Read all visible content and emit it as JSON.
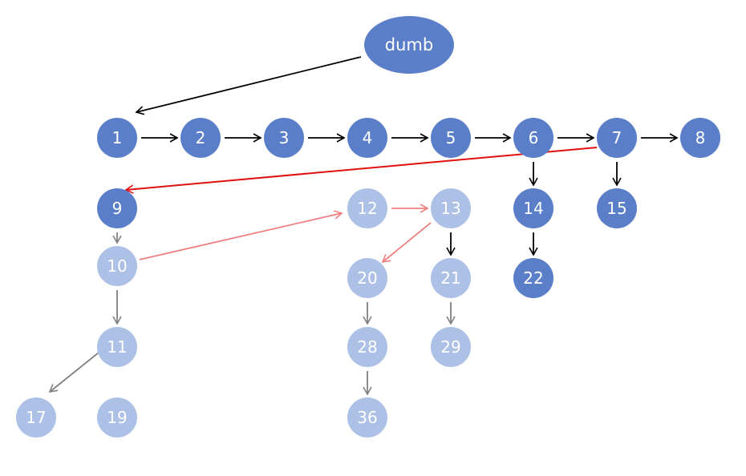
{
  "colors": {
    "dark_node": "#5b7ec9",
    "light_node": "#adc0e6",
    "node_text": "#ffffff",
    "black_arrow": "#000000",
    "red_arrow": "#e01010",
    "pink_arrow": "#f08080",
    "gray_arrow": "#808080"
  },
  "head": {
    "label": "dumb"
  },
  "nodes": [
    {
      "id": "1",
      "label": "1",
      "style": "dark"
    },
    {
      "id": "2",
      "label": "2",
      "style": "dark"
    },
    {
      "id": "3",
      "label": "3",
      "style": "dark"
    },
    {
      "id": "4",
      "label": "4",
      "style": "dark"
    },
    {
      "id": "5",
      "label": "5",
      "style": "dark"
    },
    {
      "id": "6",
      "label": "6",
      "style": "dark"
    },
    {
      "id": "7",
      "label": "7",
      "style": "dark"
    },
    {
      "id": "8",
      "label": "8",
      "style": "dark"
    },
    {
      "id": "9",
      "label": "9",
      "style": "dark"
    },
    {
      "id": "10",
      "label": "10",
      "style": "light"
    },
    {
      "id": "11",
      "label": "11",
      "style": "light"
    },
    {
      "id": "12",
      "label": "12",
      "style": "light"
    },
    {
      "id": "13",
      "label": "13",
      "style": "light"
    },
    {
      "id": "14",
      "label": "14",
      "style": "dark"
    },
    {
      "id": "15",
      "label": "15",
      "style": "dark"
    },
    {
      "id": "17",
      "label": "17",
      "style": "light"
    },
    {
      "id": "19",
      "label": "19",
      "style": "light"
    },
    {
      "id": "20",
      "label": "20",
      "style": "light"
    },
    {
      "id": "21",
      "label": "21",
      "style": "light"
    },
    {
      "id": "22",
      "label": "22",
      "style": "dark"
    },
    {
      "id": "28",
      "label": "28",
      "style": "light"
    },
    {
      "id": "29",
      "label": "29",
      "style": "light"
    },
    {
      "id": "36",
      "label": "36",
      "style": "light"
    }
  ],
  "edges": [
    {
      "from": "dumb",
      "to": "1",
      "color": "black"
    },
    {
      "from": "1",
      "to": "2",
      "color": "black"
    },
    {
      "from": "2",
      "to": "3",
      "color": "black"
    },
    {
      "from": "3",
      "to": "4",
      "color": "black"
    },
    {
      "from": "4",
      "to": "5",
      "color": "black"
    },
    {
      "from": "5",
      "to": "6",
      "color": "black"
    },
    {
      "from": "6",
      "to": "7",
      "color": "black"
    },
    {
      "from": "7",
      "to": "8",
      "color": "black"
    },
    {
      "from": "6",
      "to": "14",
      "color": "black"
    },
    {
      "from": "7",
      "to": "15",
      "color": "black"
    },
    {
      "from": "14",
      "to": "22",
      "color": "black"
    },
    {
      "from": "13",
      "to": "21",
      "color": "black"
    },
    {
      "from": "7",
      "to": "9",
      "color": "red"
    },
    {
      "from": "10",
      "to": "12",
      "color": "pink"
    },
    {
      "from": "12",
      "to": "13",
      "color": "pink"
    },
    {
      "from": "13",
      "to": "20",
      "color": "pink"
    },
    {
      "from": "9",
      "to": "10",
      "color": "gray"
    },
    {
      "from": "10",
      "to": "11",
      "color": "gray"
    },
    {
      "from": "11",
      "to": "17",
      "color": "gray"
    },
    {
      "from": "20",
      "to": "28",
      "color": "gray"
    },
    {
      "from": "28",
      "to": "36",
      "color": "gray"
    },
    {
      "from": "21",
      "to": "29",
      "color": "gray"
    }
  ]
}
